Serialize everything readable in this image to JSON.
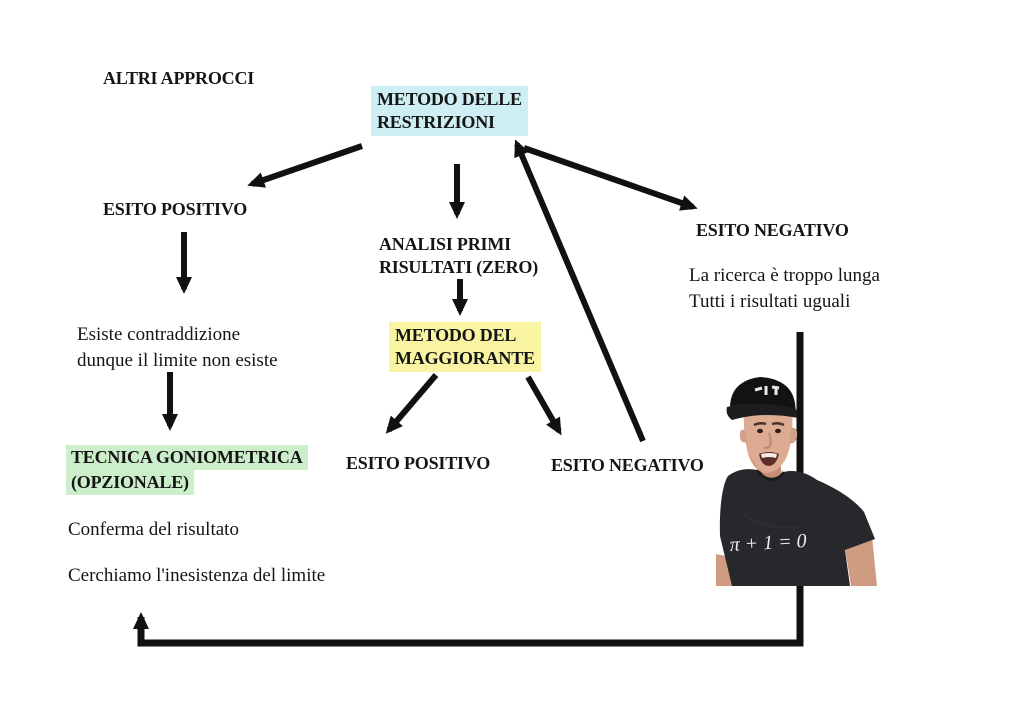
{
  "colors": {
    "cyan_highlight": "#cdeef2",
    "yellow_highlight": "#f8f4a2",
    "green_highlight": "#cdeecb",
    "arrow": "#111111"
  },
  "labels": {
    "altri_approcci": "ALTRI APPROCCI",
    "metodo_restrizioni_line1": "METODO DELLE",
    "metodo_restrizioni_line2": "RESTRIZIONI",
    "esito_positivo_left": "ESITO POSITIVO",
    "analisi_line1": "ANALISI PRIMI",
    "analisi_line2": "RISULTATI (ZERO)",
    "esito_negativo_right": "ESITO NEGATIVO",
    "nota_negativa_line1": "La ricerca è troppo lunga",
    "nota_negativa_line2": "Tutti i risultati uguali",
    "contraddizione_line1": "Esiste contraddizione",
    "contraddizione_line2": "dunque il limite non esiste",
    "tecnica_line1": "TECNICA GONIOMETRICA",
    "tecnica_line2": "(OPZIONALE)",
    "conferma": "Conferma del risultato",
    "cerchiamo": "Cerchiamo l'inesistenza del limite",
    "maggiorante_line1": "METODO DEL",
    "maggiorante_line2": "MAGGIORANTE",
    "esito_positivo_bottom": "ESITO POSITIVO",
    "esito_negativo_bottom": "ESITO NEGATIVO"
  },
  "person": {
    "shirt_text": "π + 1 = 0"
  }
}
